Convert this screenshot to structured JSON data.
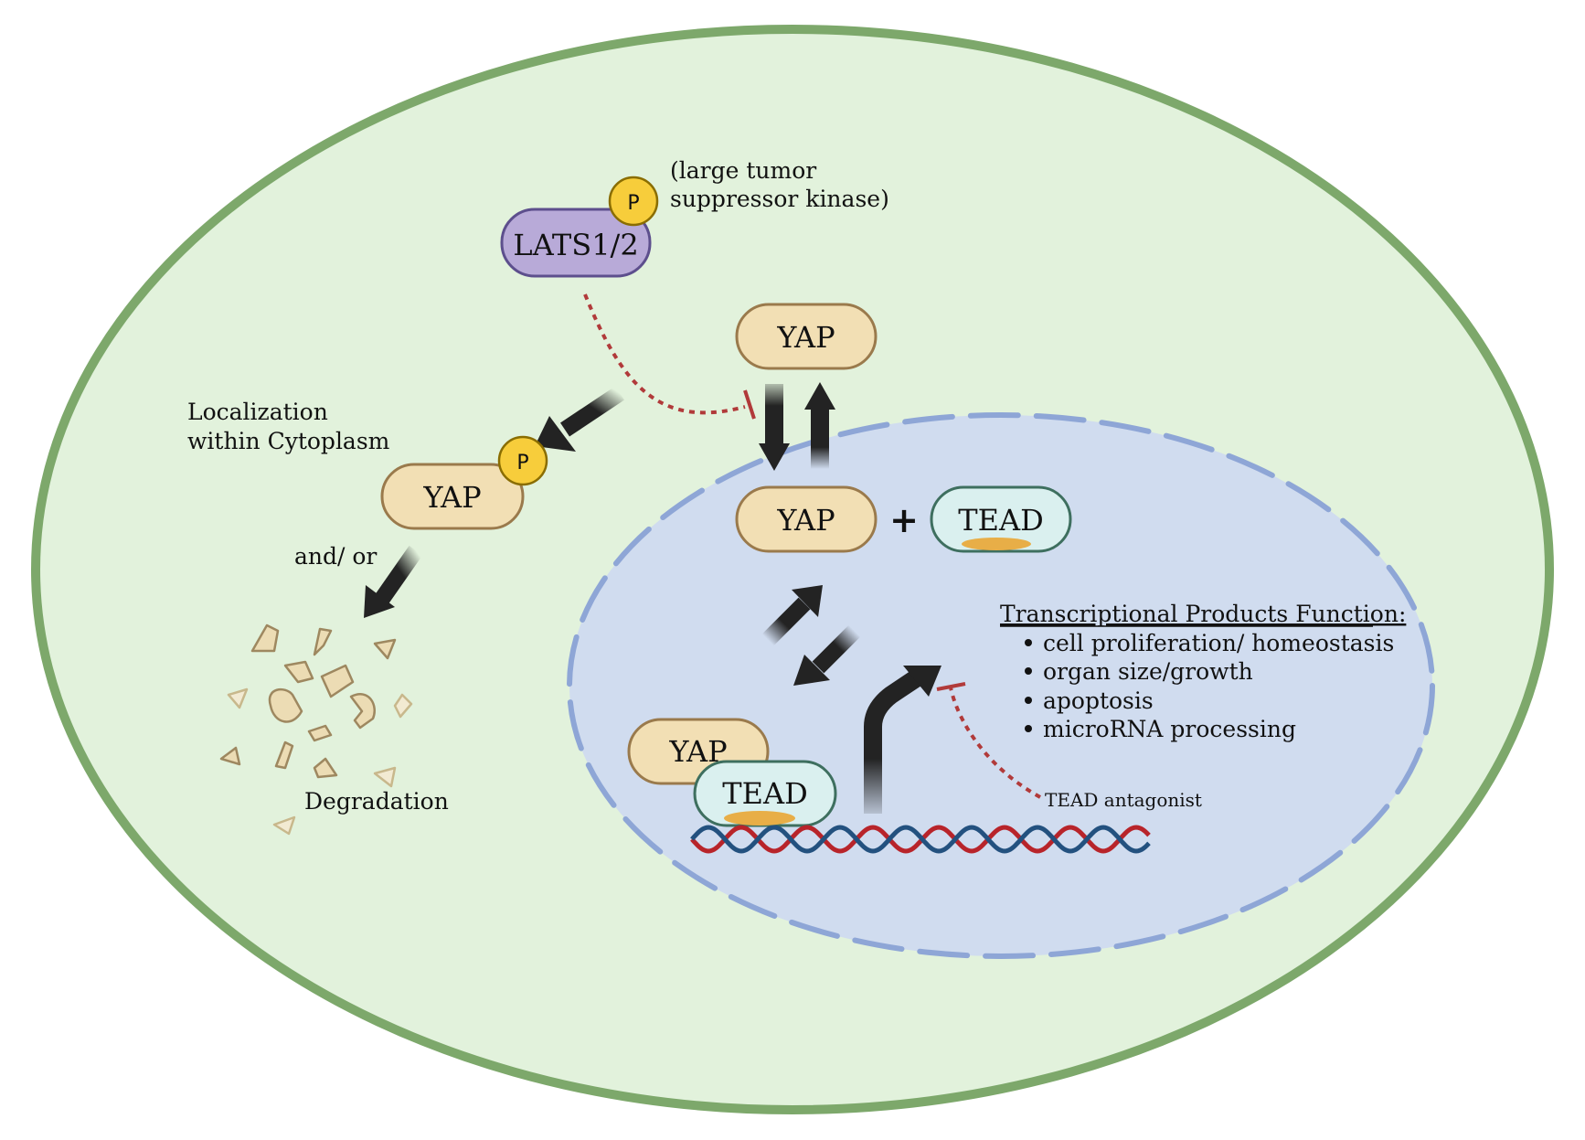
{
  "colors": {
    "cell_fill": "#e2f2dc",
    "cell_border": "#7da86b",
    "nucleus_fill": "#d0dcef",
    "nucleus_border": "#8ea6d6",
    "yap_fill": "#f2dfb4",
    "yap_border": "#9a7a4c",
    "tead_fill": "#daf0ef",
    "tead_border": "#3e6f5f",
    "lats_fill": "#b8aad8",
    "lats_border": "#5d4f8d",
    "phospho_fill": "#f7cd3b",
    "phospho_border": "#8a6d00",
    "inhibit_color": "#b13a3a",
    "dna_red": "#b8242a",
    "dna_blue": "#23517f",
    "arrow_color": "#232323",
    "fragment_fill": "#ecdcb4",
    "fragment_border": "#9e8860",
    "binding_site": "#e8ae47"
  },
  "lats": {
    "label": "LATS1/2",
    "note_line1": "(large tumor",
    "note_line2": "suppressor kinase)"
  },
  "phospho": {
    "label": "P"
  },
  "cytoplasm": {
    "localization_line1": "Localization",
    "localization_line2": "within Cytoplasm",
    "andor": "and/ or",
    "degradation": "Degradation"
  },
  "yap": {
    "label": "YAP"
  },
  "tead": {
    "label": "TEAD"
  },
  "plus": "+",
  "products": {
    "heading": "Transcriptional Products Function:",
    "items": [
      "cell proliferation/ homeostasis",
      "organ size/growth",
      "apoptosis",
      "microRNA processing"
    ]
  },
  "antagonist": {
    "label": "TEAD antagonist"
  }
}
